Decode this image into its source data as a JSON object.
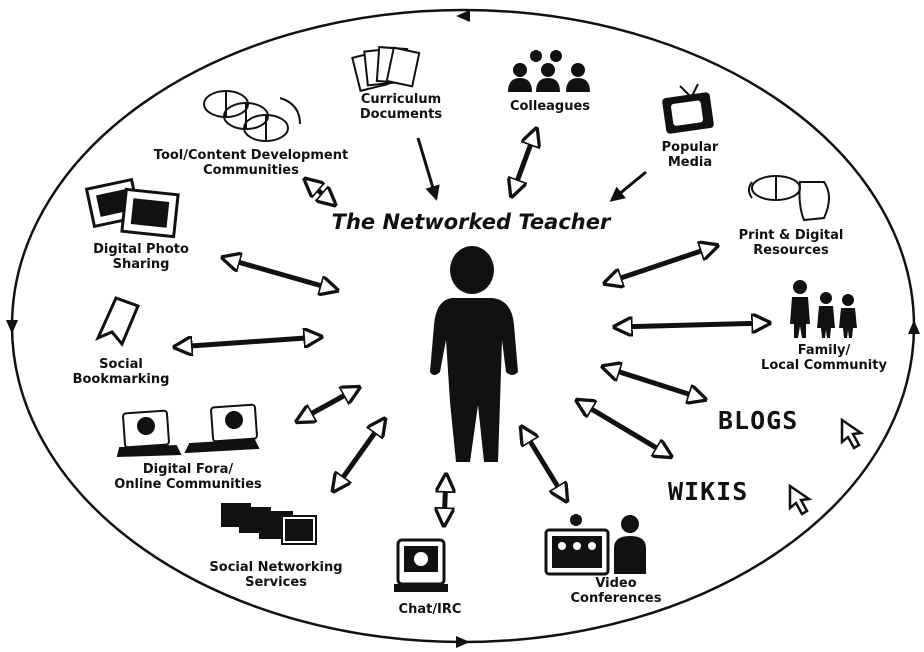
{
  "title": "The Networked Teacher",
  "nodes": {
    "curriculum": [
      "Curriculum",
      "Documents"
    ],
    "colleagues": [
      "Colleagues"
    ],
    "popular_media": [
      "Popular",
      "Media"
    ],
    "tool_content": [
      "Tool/Content Development",
      "Communities"
    ],
    "print_digital": [
      "Print & Digital",
      "Resources"
    ],
    "photo_sharing": [
      "Digital Photo",
      "Sharing"
    ],
    "family": [
      "Family/",
      "Local Community"
    ],
    "bookmarking": [
      "Social",
      "Bookmarking"
    ],
    "blogs": "BLOGS",
    "wikis": "WIKIS",
    "fora": [
      "Digital Fora/",
      "Online Communities"
    ],
    "social_networking": [
      "Social Networking",
      "Services"
    ],
    "chat": [
      "Chat/IRC"
    ],
    "video": [
      "Video",
      "Conferences"
    ]
  },
  "colors": {
    "ink": "#111111",
    "background": "#ffffff"
  },
  "icons": [
    "documents-icon",
    "colleagues-icon",
    "tv-icon",
    "magnifier-network-icon",
    "photo-frames-icon",
    "print-resources-icon",
    "family-icon",
    "bookmark-icon",
    "laptops-icon",
    "computers-icon",
    "chat-screen-icon",
    "video-conference-icon",
    "cursor-icon",
    "teacher-figure-icon"
  ]
}
